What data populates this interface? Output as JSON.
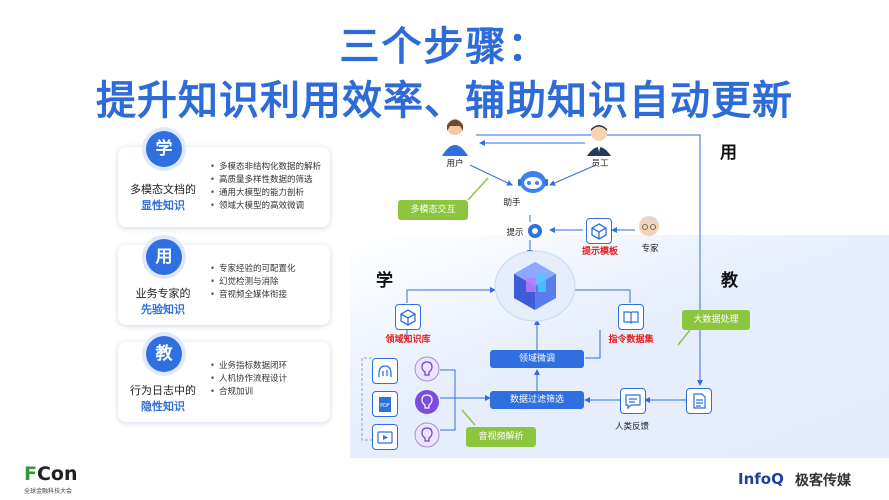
{
  "title": {
    "line1": "三个步骤：",
    "line2": "提升知识利用效率、辅助知识自动更新"
  },
  "cards": [
    {
      "badge": "学",
      "line1": "多模态文档的",
      "line2": "显性知识",
      "bullets": [
        "多模态非结构化数据的解析",
        "高质量多样性数据的筛选",
        "通用大模型的能力剖析",
        "领域大模型的高效微调"
      ]
    },
    {
      "badge": "用",
      "line1": "业务专家的",
      "line2": "先验知识",
      "bullets": [
        "专家经验的可配置化",
        "幻觉检测与消除",
        "音视频全媒体衔接"
      ]
    },
    {
      "badge": "教",
      "line1": "行为日志中的",
      "line2": "隐性知识",
      "bullets": [
        "业务指标数据闭环",
        "人机协作流程设计",
        "合规加训"
      ]
    }
  ],
  "diagram": {
    "section_use": "用",
    "section_learn": "学",
    "section_teach": "教",
    "user": "用户",
    "employee": "员工",
    "assistant": "助手",
    "multimodal_interaction": "多模态交互",
    "prompt": "提示",
    "prompt_template": "提示模板",
    "expert": "专家",
    "domain_kb": "领域知识库",
    "instruction_data": "指令数据集",
    "big_data": "大数据处理",
    "domain_finetune": "领域微调",
    "data_filter": "数据过滤筛选",
    "human_feedback": "人类反馈",
    "av_parse": "音视频解析"
  },
  "footer": {
    "fcon_f": "F",
    "fcon_rest": "Con",
    "fcon_sub": "全球金融科技大会",
    "infoq": "InfoQ",
    "jike": "极客传媒"
  },
  "colors": {
    "title_blue": "#2d6bd8",
    "accent_blue": "#2f6fe0",
    "green": "#8cc63f",
    "red": "#e02020"
  }
}
